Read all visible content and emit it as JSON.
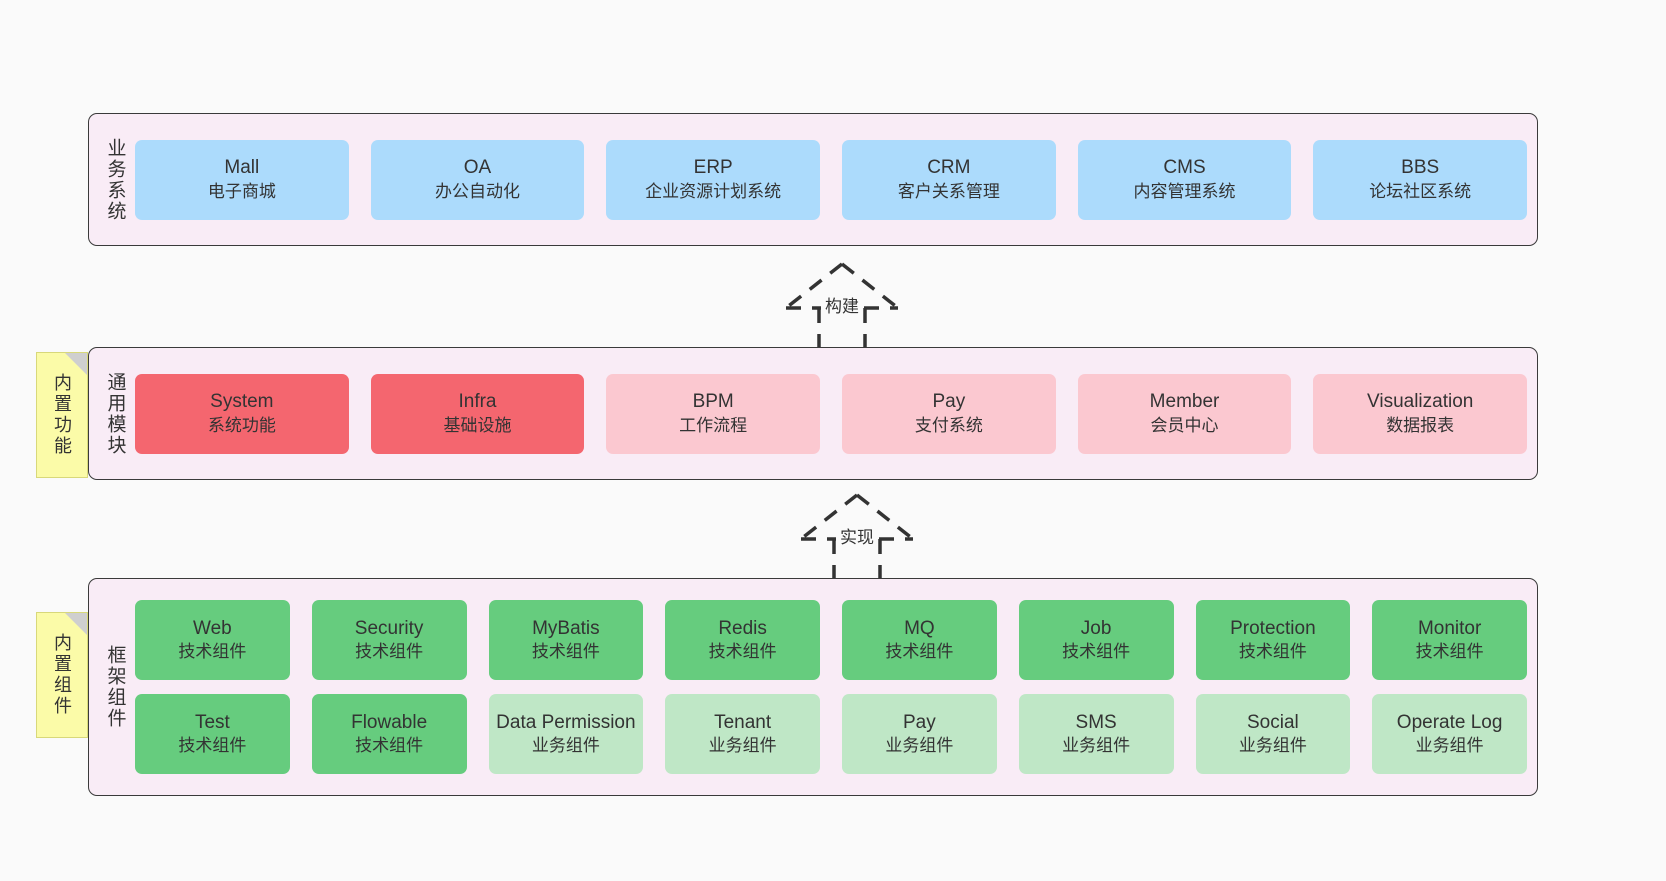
{
  "diagram": {
    "background_color": "#fafafa",
    "band_fill": "#f9ecf6",
    "colors": {
      "blue": "#ACDBFC",
      "red": "#F4666F",
      "pink": "#FBC8D0",
      "green": "#66CC7E",
      "green_light": "#BFE7C6",
      "note_yellow": "#FBFBA8"
    }
  },
  "bands": {
    "business": {
      "title": "业务系统",
      "cards": [
        {
          "name": "Mall",
          "desc": "电子商城",
          "style": "c-blue"
        },
        {
          "name": "OA",
          "desc": "办公自动化",
          "style": "c-blue"
        },
        {
          "name": "ERP",
          "desc": "企业资源计划系统",
          "style": "c-blue"
        },
        {
          "name": "CRM",
          "desc": "客户关系管理",
          "style": "c-blue"
        },
        {
          "name": "CMS",
          "desc": "内容管理系统",
          "style": "c-blue"
        },
        {
          "name": "BBS",
          "desc": "论坛社区系统",
          "style": "c-blue"
        }
      ]
    },
    "modules": {
      "title": "通用模块",
      "note": "内置功能",
      "cards": [
        {
          "name": "System",
          "desc": "系统功能",
          "style": "c-red"
        },
        {
          "name": "Infra",
          "desc": "基础设施",
          "style": "c-red"
        },
        {
          "name": "BPM",
          "desc": "工作流程",
          "style": "c-pink"
        },
        {
          "name": "Pay",
          "desc": "支付系统",
          "style": "c-pink"
        },
        {
          "name": "Member",
          "desc": "会员中心",
          "style": "c-pink"
        },
        {
          "name": "Visualization",
          "desc": "数据报表",
          "style": "c-pink"
        }
      ]
    },
    "framework": {
      "title": "框架组件",
      "note": "内置组件",
      "row1": [
        {
          "name": "Web",
          "desc": "技术组件",
          "style": "c-green"
        },
        {
          "name": "Security",
          "desc": "技术组件",
          "style": "c-green"
        },
        {
          "name": "MyBatis",
          "desc": "技术组件",
          "style": "c-green"
        },
        {
          "name": "Redis",
          "desc": "技术组件",
          "style": "c-green"
        },
        {
          "name": "MQ",
          "desc": "技术组件",
          "style": "c-green"
        },
        {
          "name": "Job",
          "desc": "技术组件",
          "style": "c-green"
        },
        {
          "name": "Protection",
          "desc": "技术组件",
          "style": "c-green"
        },
        {
          "name": "Monitor",
          "desc": "技术组件",
          "style": "c-green"
        }
      ],
      "row2": [
        {
          "name": "Test",
          "desc": "技术组件",
          "style": "c-green"
        },
        {
          "name": "Flowable",
          "desc": "技术组件",
          "style": "c-green"
        },
        {
          "name": "Data Permission",
          "desc": "业务组件",
          "style": "c-greenlight"
        },
        {
          "name": "Tenant",
          "desc": "业务组件",
          "style": "c-greenlight"
        },
        {
          "name": "Pay",
          "desc": "业务组件",
          "style": "c-greenlight"
        },
        {
          "name": "SMS",
          "desc": "业务组件",
          "style": "c-greenlight"
        },
        {
          "name": "Social",
          "desc": "业务组件",
          "style": "c-greenlight"
        },
        {
          "name": "Operate Log",
          "desc": "业务组件",
          "style": "c-greenlight"
        }
      ]
    }
  },
  "arrows": [
    {
      "key": "build",
      "label": "构建"
    },
    {
      "key": "implement",
      "label": "实现"
    }
  ]
}
